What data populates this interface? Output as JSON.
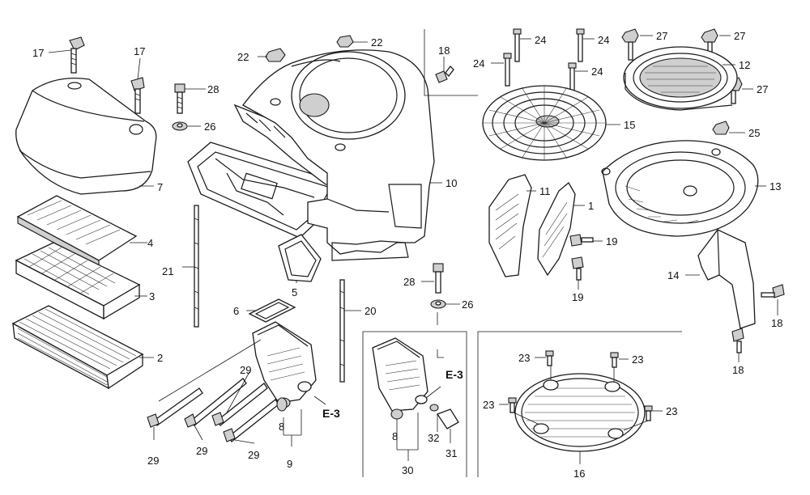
{
  "diagram": {
    "labels": {
      "p17a": "17",
      "p17b": "17",
      "p7": "7",
      "p4": "4",
      "p3": "3",
      "p2": "2",
      "p28a": "28",
      "p26a": "26",
      "p21": "21",
      "p22a": "22",
      "p22b": "22",
      "p10": "10",
      "p5": "5",
      "p6": "6",
      "p20": "20",
      "p28b": "28",
      "p26b": "26",
      "p29a": "29",
      "p29b": "29",
      "p29c": "29",
      "p29d": "29",
      "p8a": "8",
      "p9": "9",
      "e3a": "E-3",
      "p18a": "18",
      "p24a": "24",
      "p24b": "24",
      "p24c": "24",
      "p24d": "24",
      "p15": "15",
      "p11": "11",
      "p1": "1",
      "p19a": "19",
      "p19b": "19",
      "p27a": "27",
      "p27b": "27",
      "p27c": "27",
      "p12": "12",
      "p25": "25",
      "p13": "13",
      "p14": "14",
      "p18b": "18",
      "p18c": "18",
      "p8b": "8",
      "p32": "32",
      "p31": "31",
      "p30": "30",
      "e3b": "E-3",
      "p23a": "23",
      "p23b": "23",
      "p23c": "23",
      "p23d": "23",
      "p16": "16"
    }
  }
}
